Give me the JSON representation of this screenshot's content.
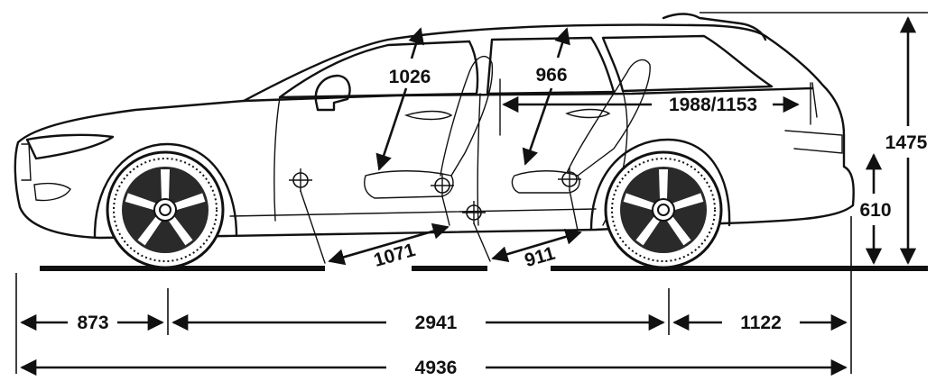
{
  "colors": {
    "ink": "#111111",
    "paper": "#ffffff",
    "wheel_dark": "#2a2a2a"
  },
  "dimensions": {
    "front_overhang": "873",
    "wheelbase": "2941",
    "rear_overhang": "1122",
    "overall_length": "4936",
    "overall_height": "1475",
    "loading_height": "610",
    "front_headroom": "1026",
    "rear_headroom": "966",
    "front_legroom": "1071",
    "rear_legroom": "911",
    "cargo_length": "1988/1153"
  }
}
